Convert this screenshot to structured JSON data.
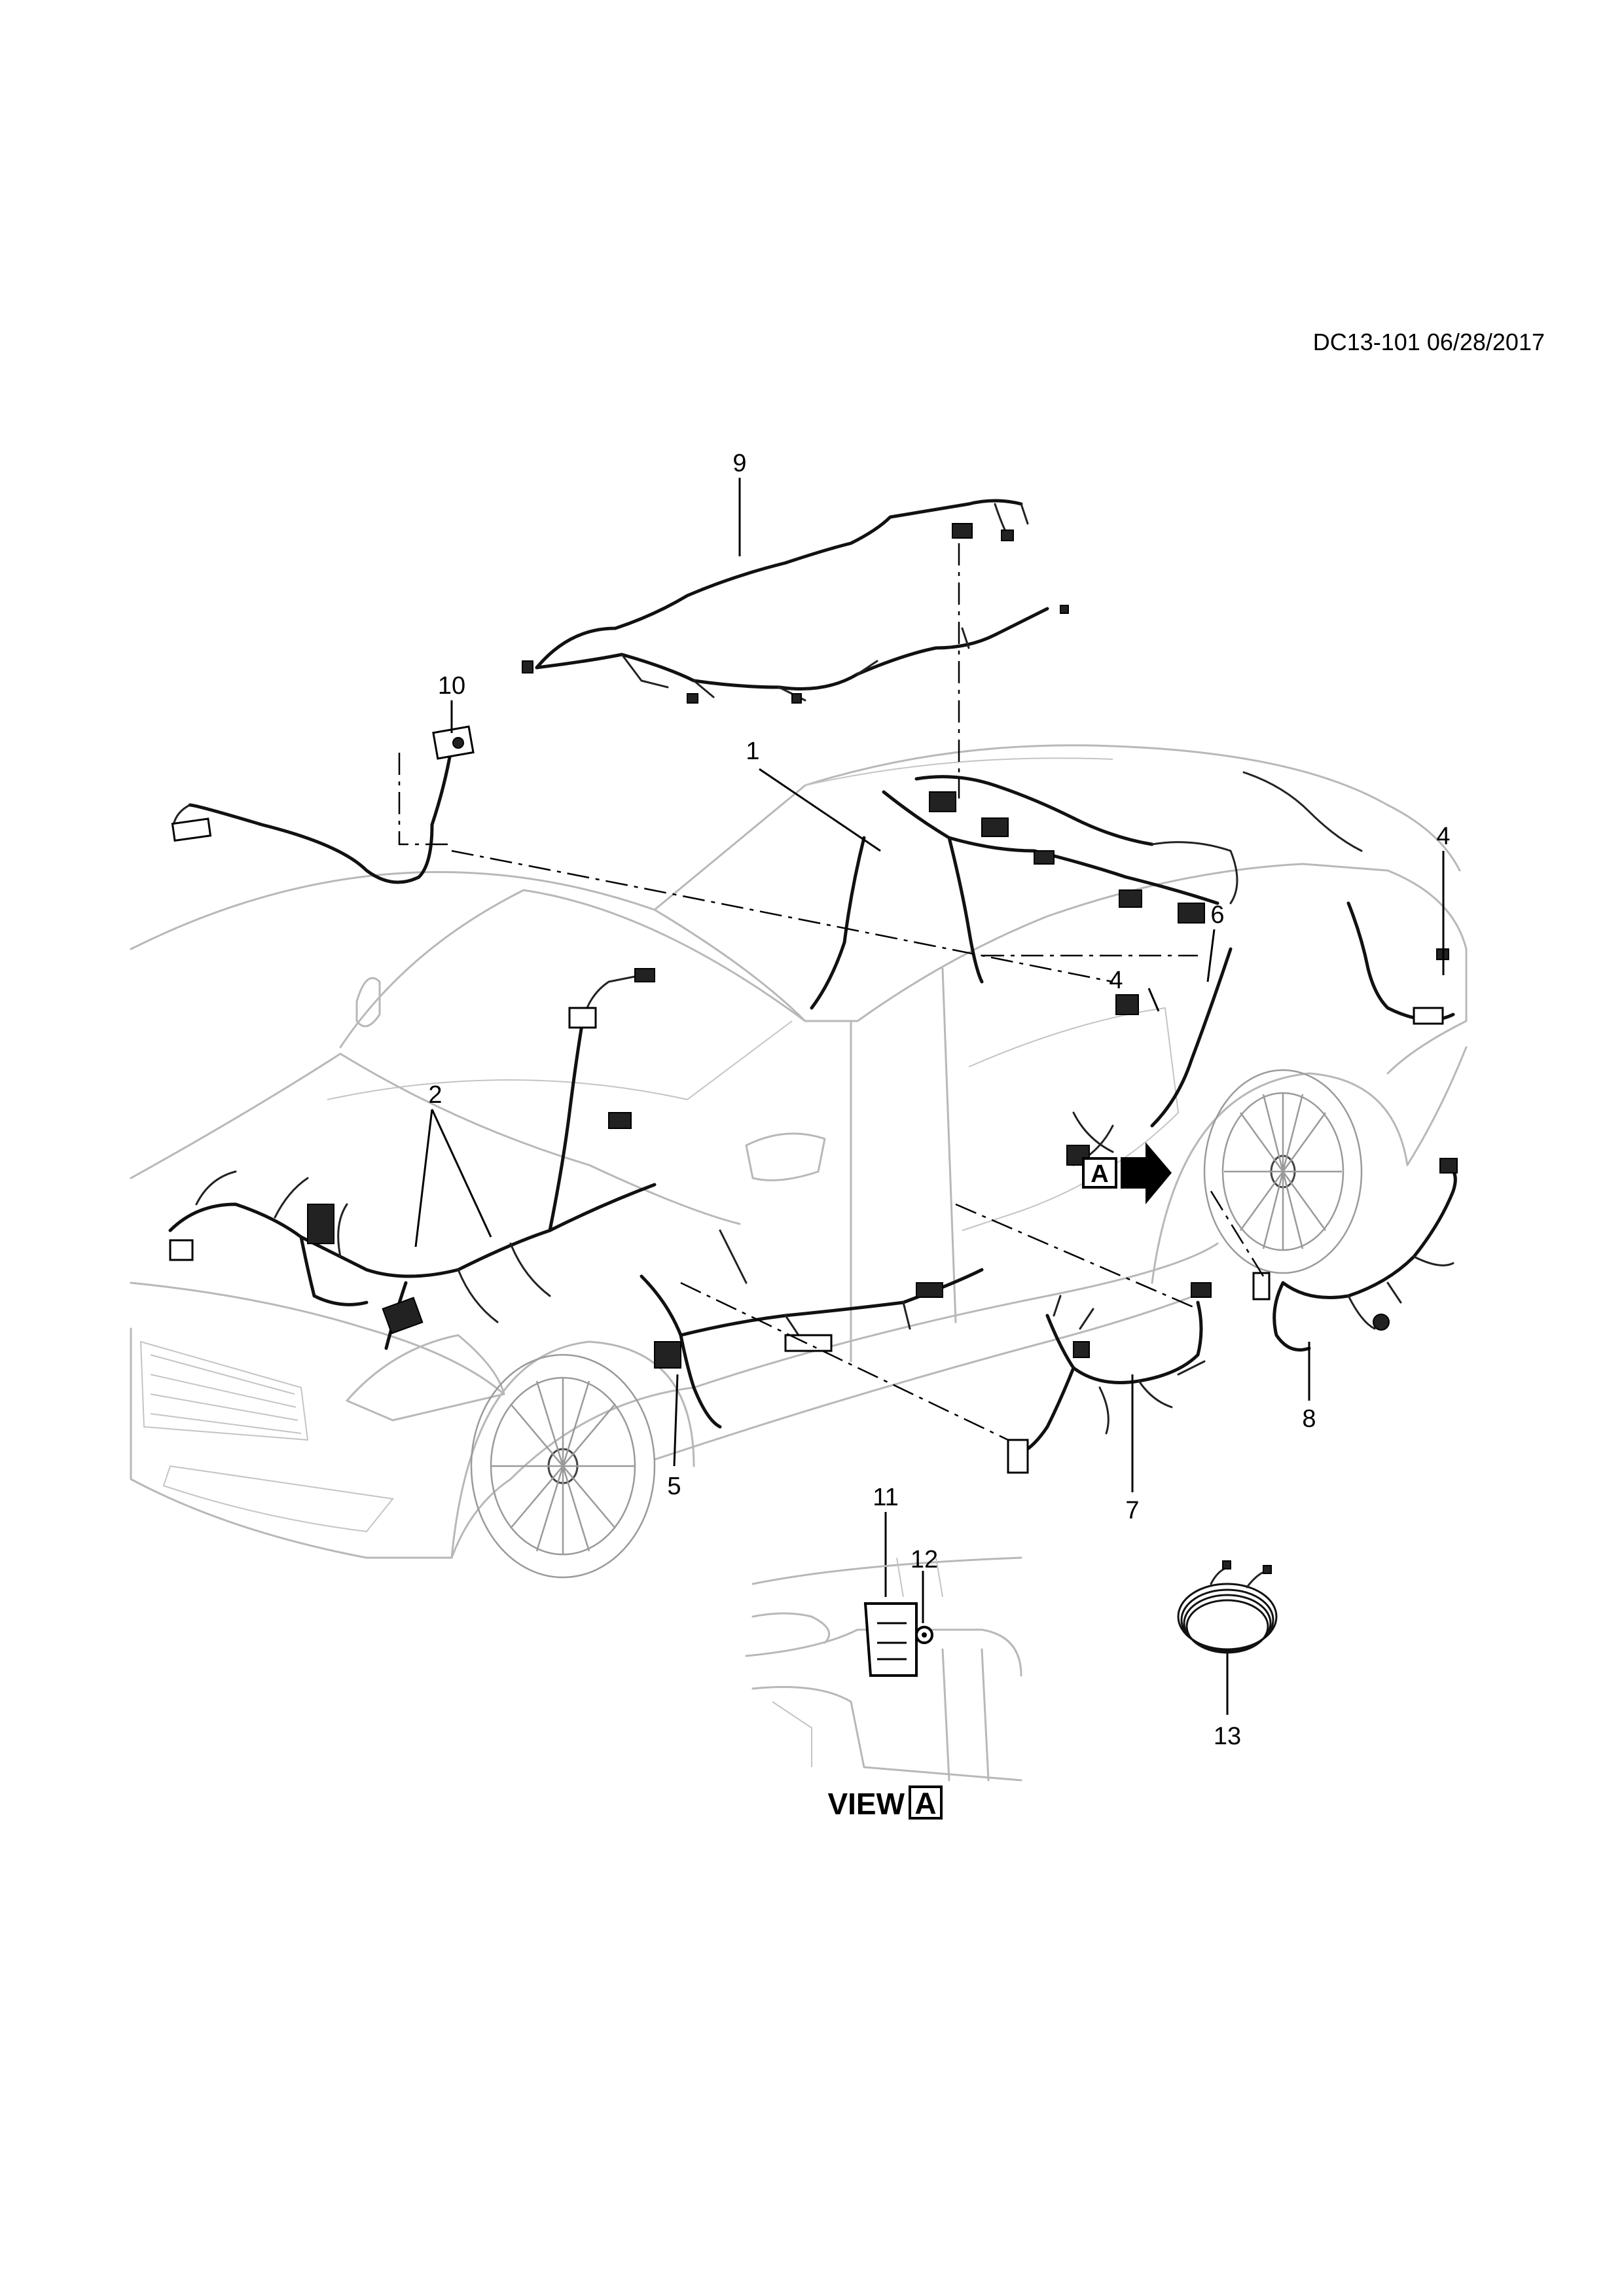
{
  "doc_id": "DC13-101 06/28/2017",
  "view_label": "VIEW",
  "view_marker": "A",
  "arrow_marker": "A",
  "callouts": [
    {
      "id": "c1",
      "label": "1"
    },
    {
      "id": "c2",
      "label": "2"
    },
    {
      "id": "c4a",
      "label": "4"
    },
    {
      "id": "c4b",
      "label": "4"
    },
    {
      "id": "c5",
      "label": "5"
    },
    {
      "id": "c6",
      "label": "6"
    },
    {
      "id": "c7",
      "label": "7"
    },
    {
      "id": "c8",
      "label": "8"
    },
    {
      "id": "c9",
      "label": "9"
    },
    {
      "id": "c10",
      "label": "10"
    },
    {
      "id": "c11",
      "label": "11"
    },
    {
      "id": "c12",
      "label": "12"
    },
    {
      "id": "c13",
      "label": "13"
    }
  ],
  "colors": {
    "ink": "#000000",
    "body_outline": "#b8b8b8",
    "background": "#ffffff"
  }
}
